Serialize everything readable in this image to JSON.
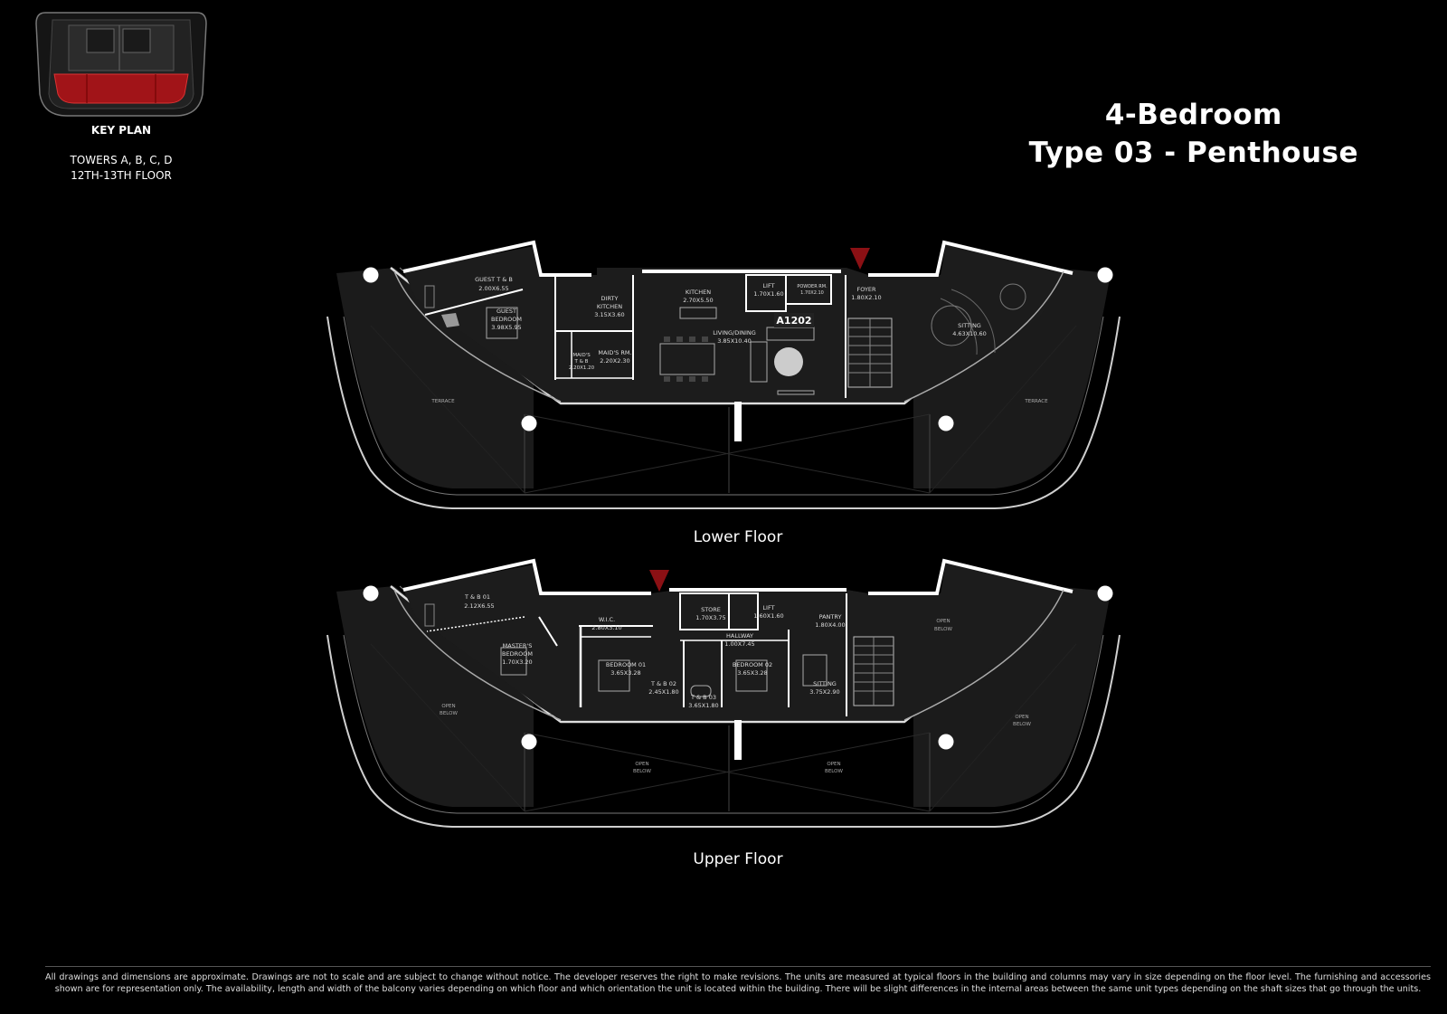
{
  "header": {
    "title_line1": "4-Bedroom",
    "title_line2": "Type 03 - Penthouse"
  },
  "key_plan": {
    "title": "KEY PLAN",
    "towers": "TOWERS A, B, C, D",
    "floors": "12TH-13TH FLOOR",
    "highlight_color": "#a11418"
  },
  "lower_floor": {
    "label": "Lower Floor",
    "unit_tag": "A1202",
    "rooms": {
      "guest_tb": {
        "name": "GUEST T & B",
        "dim": "2.00X6.55"
      },
      "guest_bedroom": {
        "name1": "GUEST",
        "name2": "BEDROOM",
        "dim": "3.98X5.95"
      },
      "dirty_kitchen": {
        "name1": "DIRTY",
        "name2": "KITCHEN",
        "dim": "3.15X3.60"
      },
      "kitchen": {
        "name": "KITCHEN",
        "dim": "2.70X5.50"
      },
      "lift": {
        "name": "LIFT",
        "dim": "1.70X1.60"
      },
      "powder": {
        "name": "POWDER RM.",
        "dim": "1.70X2.10"
      },
      "foyer": {
        "name": "FOYER",
        "dim": "1.80X2.10"
      },
      "living": {
        "name": "LIVING/DINING",
        "dim": "3.85X10.40"
      },
      "maids_tb": {
        "name1": "MAID'S",
        "name2": "T & B",
        "dim": "2.20X1.20"
      },
      "maids_rm": {
        "name": "MAID'S RM.",
        "dim": "2.20X2.30"
      },
      "sitting": {
        "name": "SITTING",
        "dim": "4.63X10.60"
      },
      "terrace_left": "TERRACE",
      "terrace_right": "TERRACE"
    }
  },
  "upper_floor": {
    "label": "Upper Floor",
    "rooms": {
      "tb01": {
        "name": "T & B 01",
        "dim": "2.12X6.55"
      },
      "master": {
        "name1": "MASTER'S",
        "name2": "BEDROOM",
        "dim": "1.70X3.20"
      },
      "wic": {
        "name": "W.I.C.",
        "dim": "2.80X3.10"
      },
      "store": {
        "name": "STORE",
        "dim": "1.70X3.75"
      },
      "lift": {
        "name": "LIFT",
        "dim": "1.60X1.60"
      },
      "pantry": {
        "name": "PANTRY",
        "dim": "1.80X4.00"
      },
      "hallway": {
        "name": "HALLWAY",
        "dim": "1.00X7.45"
      },
      "bedroom01": {
        "name": "BEDROOM 01",
        "dim": "3.65X3.28"
      },
      "tb02": {
        "name": "T & B 02",
        "dim": "2.45X1.80"
      },
      "tb03": {
        "name": "T & B 03",
        "dim": "3.65X1.80"
      },
      "bedroom02": {
        "name": "BEDROOM 02",
        "dim": "3.65X3.28"
      },
      "sitting": {
        "name": "SITTING",
        "dim": "3.75X2.90"
      },
      "open_below": {
        "word1": "OPEN",
        "word2": "BELOW"
      }
    }
  },
  "disclaimer": "All drawings and dimensions are approximate. Drawings are not to scale and are subject to change without notice. The developer reserves the right to make revisions. The units are measured at typical floors in the building and columns may vary in size depending on the floor level. The furnishing and accessories shown are for representation only. The availability, length and width of the balcony varies depending on which floor and which orientation the unit is located within the building. There will be slight differences in the internal areas between the same unit types depending on the shaft sizes that go through the units.",
  "colors": {
    "background": "#000000",
    "entry_marker": "#8b1014",
    "wall": "#ffffff",
    "interior_fill": "#1c1c1c"
  }
}
